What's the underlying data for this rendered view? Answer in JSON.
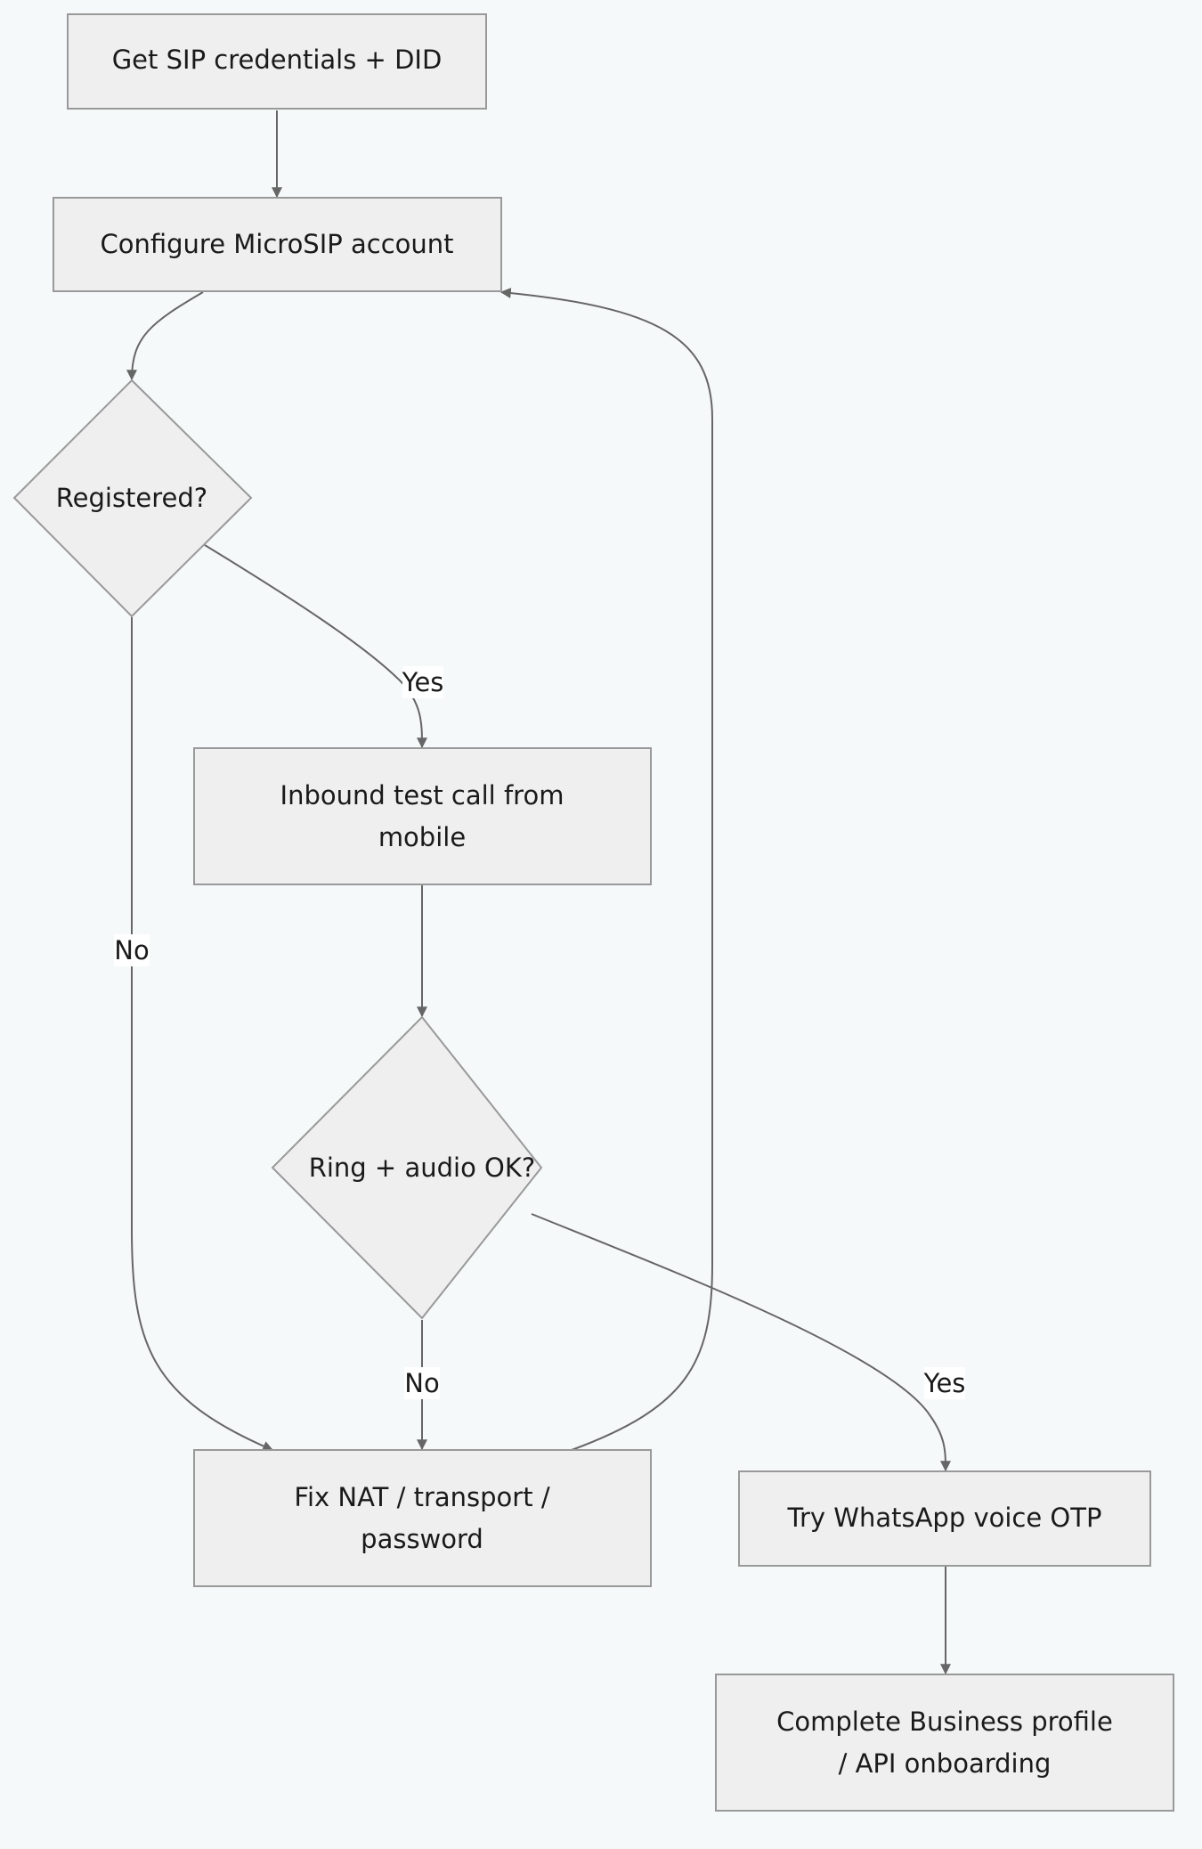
{
  "nodes": {
    "get_sip": {
      "lines": [
        "Get SIP credentials + DID"
      ]
    },
    "configure": {
      "lines": [
        "Configure MicroSIP account"
      ]
    },
    "registered": {
      "lines": [
        "Registered?"
      ]
    },
    "inbound_test": {
      "lines": [
        "Inbound test call from",
        "mobile"
      ]
    },
    "ring_audio": {
      "lines": [
        "Ring + audio OK?"
      ]
    },
    "fix_nat": {
      "lines": [
        "Fix NAT / transport /",
        "password"
      ]
    },
    "try_whatsapp": {
      "lines": [
        "Try WhatsApp voice OTP"
      ]
    },
    "complete_profile": {
      "lines": [
        "Complete Business profile",
        "/ API onboarding"
      ]
    }
  },
  "edges": [
    {
      "id": "get_sip-configure",
      "from": "get_sip",
      "to": "configure",
      "label": ""
    },
    {
      "id": "configure-registered",
      "from": "configure",
      "to": "registered",
      "label": ""
    },
    {
      "id": "registered-inbound_test",
      "from": "registered",
      "to": "inbound_test",
      "label": "Yes"
    },
    {
      "id": "registered-fix_nat",
      "from": "registered",
      "to": "fix_nat",
      "label": "No"
    },
    {
      "id": "inbound_test-ring_audio",
      "from": "inbound_test",
      "to": "ring_audio",
      "label": ""
    },
    {
      "id": "ring_audio-try_whatsapp",
      "from": "ring_audio",
      "to": "try_whatsapp",
      "label": "Yes"
    },
    {
      "id": "ring_audio-fix_nat",
      "from": "ring_audio",
      "to": "fix_nat",
      "label": "No"
    },
    {
      "id": "fix_nat-configure",
      "from": "fix_nat",
      "to": "configure",
      "label": ""
    },
    {
      "id": "try_whatsapp-complete_profile",
      "from": "try_whatsapp",
      "to": "complete_profile",
      "label": ""
    }
  ],
  "colors": {
    "background": "#f6f9fa",
    "node_fill": "#efefef",
    "node_stroke": "#999999",
    "edge": "#666666",
    "text": "#1a1a1a",
    "label_background": "#ffffff"
  }
}
